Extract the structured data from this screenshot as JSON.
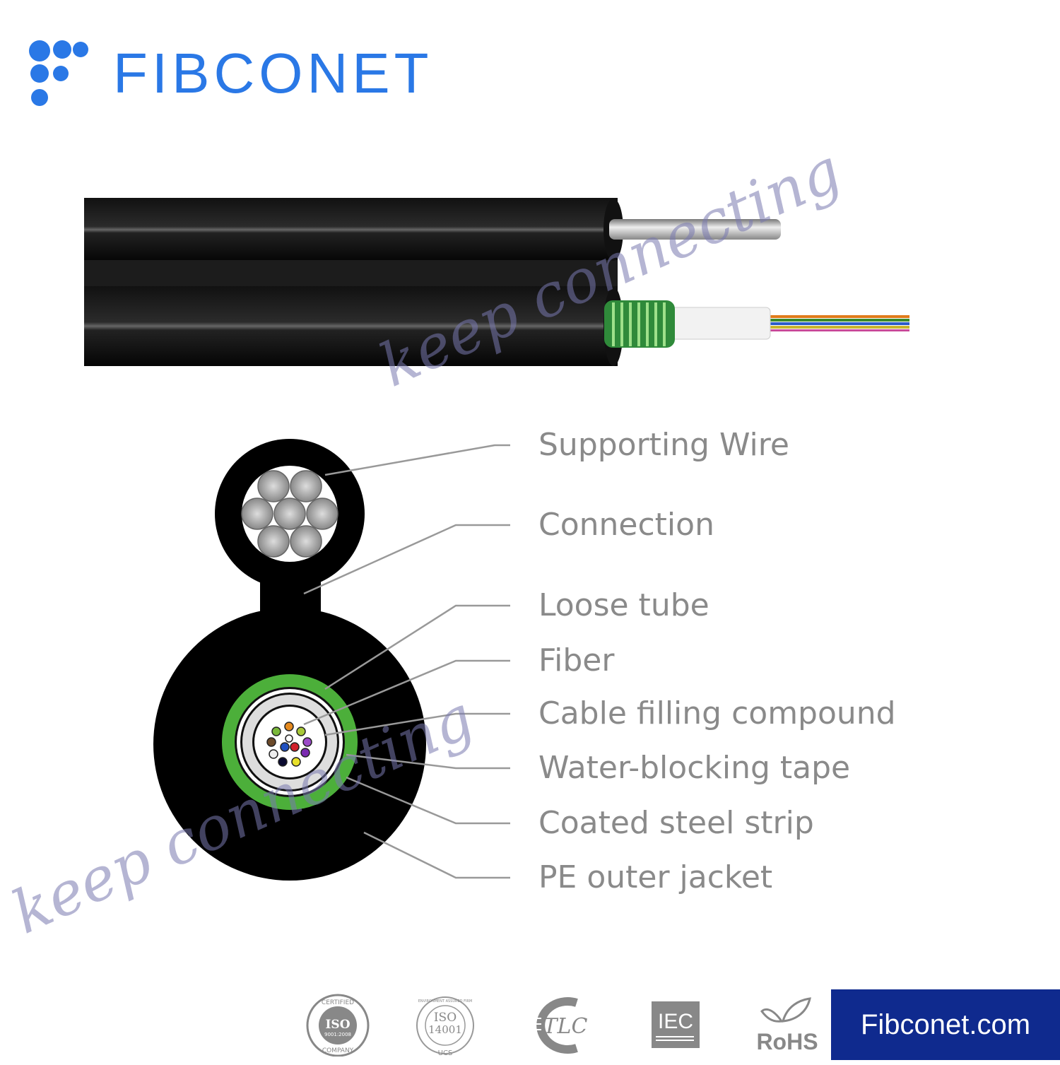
{
  "header": {
    "brand": "FIBCONET"
  },
  "diagram": {
    "labels": [
      "Supporting Wire",
      "Connection",
      "Loose tube",
      "Fiber",
      "Cable filling compound",
      "Water-blocking tape",
      "Coated steel strip",
      "PE outer jacket"
    ],
    "watermark": "keep connecting",
    "colors": {
      "brand": "#2a78e6",
      "jacket": "#000000",
      "armor": "#4caf3a",
      "label": "#8a8a8a",
      "footer": "#0f2a8e"
    }
  },
  "footer": {
    "certs": {
      "iso9001_top": "CERTIFIED",
      "iso9001_main": "ISO",
      "iso9001_num": "9001:2008",
      "iso9001_bottom": "COMPANY",
      "iso14001_top": "ENVIRONMENT ASSURED FIRM",
      "iso14001_main": "ISO",
      "iso14001_num": "14001",
      "iso14001_bottom": "UCS",
      "tlc": "TLC",
      "iec": "IEC",
      "rohs": "RoHS"
    },
    "website": "Fibconet.com"
  }
}
